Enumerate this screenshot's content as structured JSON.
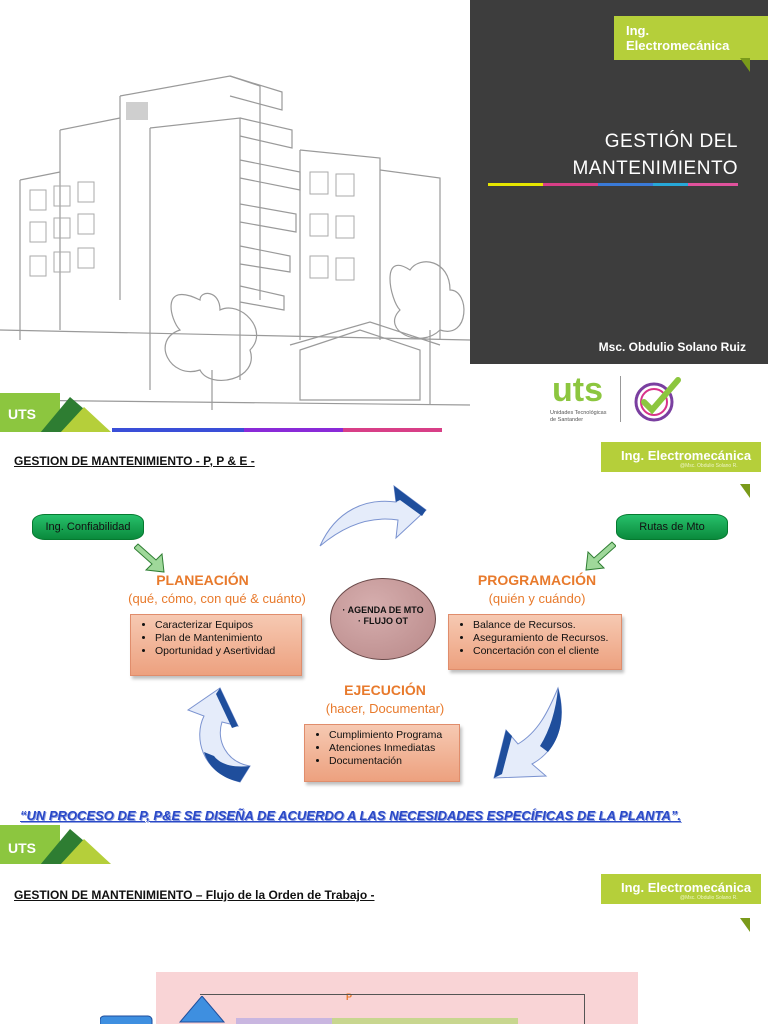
{
  "slide1": {
    "tag": "Ing. Electromecánica",
    "title_line1": "GESTIÓN DEL",
    "title_line2": "MANTENIMIENTO",
    "author": "Msc. Obdulio Solano Ruiz",
    "logo_text": "uts",
    "logo_sub1": "Unidades Tecnológicas",
    "logo_sub2": "de Santander",
    "badge": "UTS"
  },
  "slide2": {
    "header": "GESTION DE MANTENIMIENTO - P, P & E -",
    "tag": "Ing. Electromecánica",
    "tag_sub": "@Msc. Obdulio Solano R.",
    "pill_left": "Ing. Confiabilidad",
    "pill_right": "Rutas de Mto",
    "planeacion": {
      "title": "PLANEACIÓN",
      "subtitle": "(qué, cómo, con qué & cuánto)",
      "items": [
        "Caracterizar Equipos",
        "Plan de Mantenimiento",
        "Oportunidad y Asertividad"
      ]
    },
    "programacion": {
      "title": "PROGRAMACIÓN",
      "subtitle": "(quién y cuándo)",
      "items": [
        "Balance de Recursos.",
        "Aseguramiento de Recursos.",
        "Concertación con el cliente"
      ]
    },
    "ejecucion": {
      "title": "EJECUCIÓN",
      "subtitle": "(hacer, Documentar)",
      "items": [
        "Cumplimiento Programa",
        "Atenciones Inmediatas",
        "Documentación"
      ]
    },
    "center": [
      "AGENDA DE MTO",
      "FLUJO OT"
    ],
    "quote": "“UN PROCESO DE P, P&E SE DISEÑA DE ACUERDO A LAS NECESIDADES ESPECÍFICAS DE LA PLANTA”.",
    "badge": "UTS",
    "colors": {
      "orange": "#e87a2c",
      "green": "#b5cf3a",
      "arrow_blue": "#1f4e9c"
    }
  },
  "slide3": {
    "header": "GESTION DE MANTENIMIENTO – Flujo de la Orden de Trabajo -",
    "tag": "Ing. Electromecánica",
    "tag_sub": "@Msc. Obdulio Solano R.",
    "box_label": "P"
  }
}
